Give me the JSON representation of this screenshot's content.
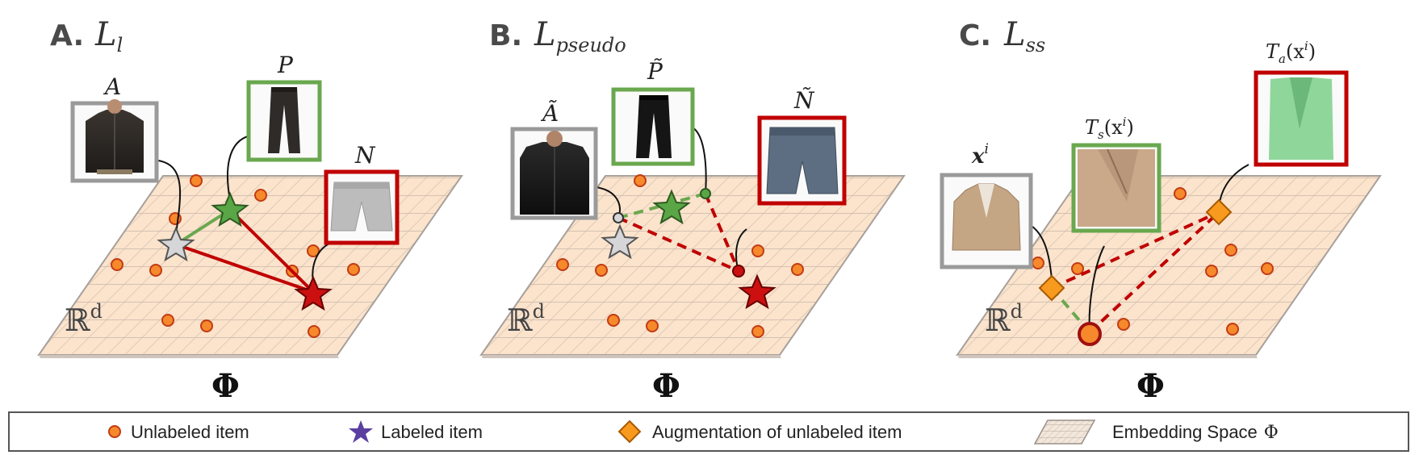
{
  "colors": {
    "grid_fill": "#fbe3cc",
    "grid_line": "#c9b8aa",
    "dot_fill": "#f6892b",
    "dot_stroke": "#c23b14",
    "anchor": "#9a9a9a",
    "positive": "#6aa84f",
    "negative": "#c00000",
    "augment": "#f79a1e",
    "legend_star": "#5b3fa0"
  },
  "panels": [
    {
      "letter": "A.",
      "loss_script": "L",
      "loss_sub": "l",
      "rd_base": "ℝ",
      "rd_sup": "d",
      "phi": "Φ",
      "labels": [
        "A",
        "P",
        "N"
      ],
      "image_icons": [
        "shirt-image",
        "trousers-image",
        "shorts-image"
      ]
    },
    {
      "letter": "B.",
      "loss_script": "L",
      "loss_sub": "pseudo",
      "rd_base": "ℝ",
      "rd_sup": "d",
      "phi": "Φ",
      "labels": [
        "Ã",
        "P̃",
        "Ñ"
      ],
      "image_icons": [
        "shirt-image",
        "trousers-image",
        "shorts-image"
      ]
    },
    {
      "letter": "C.",
      "loss_script": "L",
      "loss_sub": "ss",
      "rd_base": "ℝ",
      "rd_sup": "d",
      "phi": "Φ",
      "labels": [
        "x",
        "i",
        "T",
        "s",
        "(x",
        "i",
        ")",
        "T",
        "a",
        "(x",
        "i",
        ")"
      ],
      "image_icons": [
        "blazer-image",
        "blazer-crop-image",
        "green-blazer-image"
      ]
    }
  ],
  "legend": {
    "unlabeled": "Unlabeled item",
    "labeled": "Labeled item",
    "augmentation": "Augmentation of unlabeled item",
    "embedding": "Embedding Space",
    "embedding_symbol": "Φ"
  }
}
